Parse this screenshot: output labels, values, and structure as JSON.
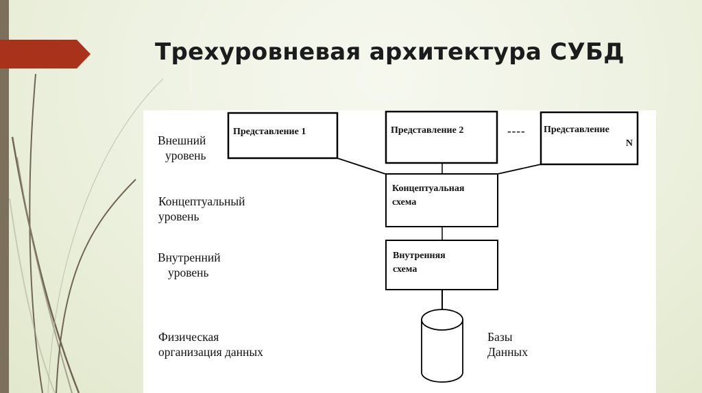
{
  "slide": {
    "title": "Трехуровневая архитектура СУБД",
    "accent_color": "#a8321a",
    "sidebar_color": "#7a705c"
  },
  "diagram": {
    "levels": [
      {
        "line1": "Внешний",
        "line2": "уровень"
      },
      {
        "line1": "Концептуальный",
        "line2": "уровень"
      },
      {
        "line1": "Внутренний",
        "line2": "уровень"
      },
      {
        "line1": "Физическая",
        "line2": "организация данных"
      }
    ],
    "views": [
      {
        "label": "Представление 1"
      },
      {
        "label": "Представление 2"
      },
      {
        "label": "Представление",
        "suffix": "N"
      }
    ],
    "ellipsis": "----",
    "conceptual_schema": {
      "line1": "Концептуальная",
      "line2": "схема"
    },
    "internal_schema": {
      "line1": "Внутренняя",
      "line2": "схема"
    },
    "database": {
      "line1": "Базы",
      "line2": "Данных"
    }
  }
}
